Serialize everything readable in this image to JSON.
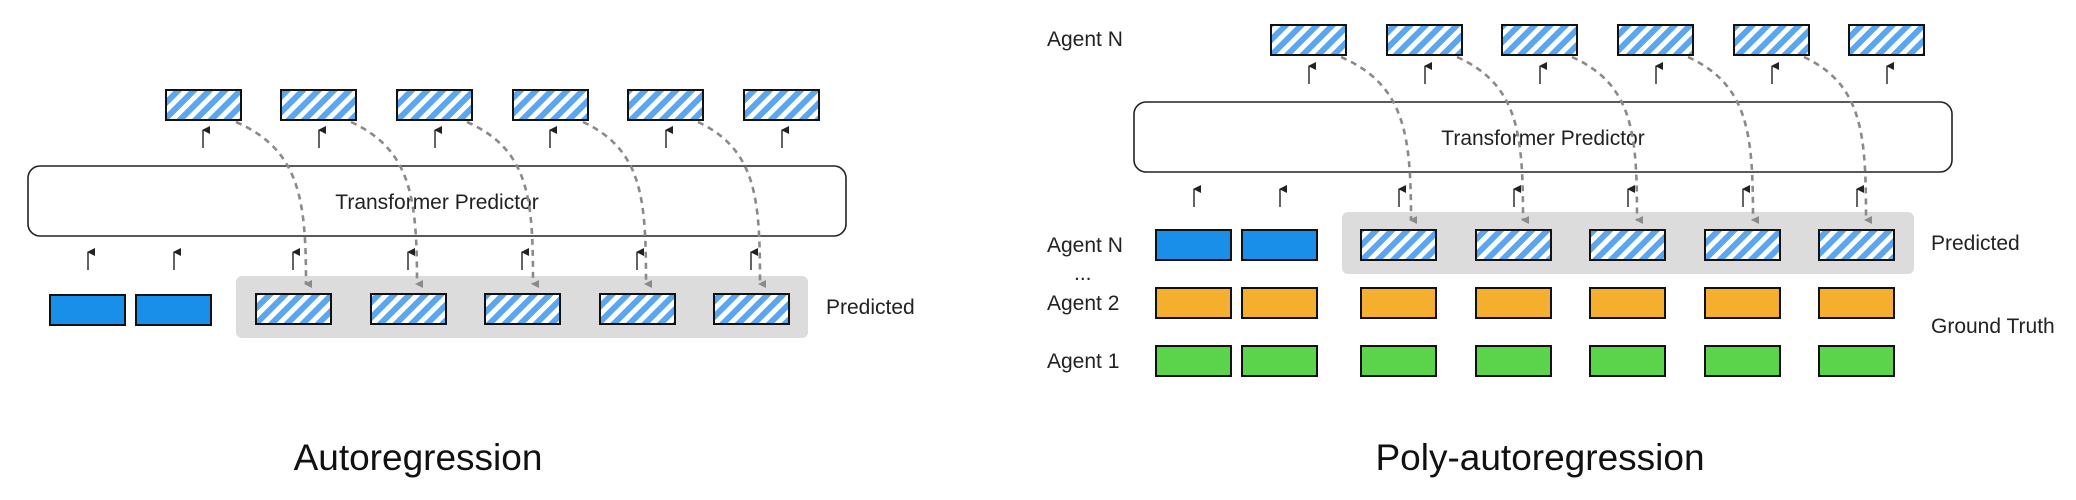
{
  "left_panel": {
    "predictor_label": "Transformer Predictor",
    "predicted_label": "Predicted",
    "caption": "Autoregression"
  },
  "right_panel": {
    "agent_top_label": "Agent N",
    "predictor_label": "Transformer Predictor",
    "agent_rows": [
      "Agent N",
      "...",
      "Agent 2",
      "Agent 1"
    ],
    "predicted_label": "Predicted",
    "ground_truth_label": "Ground Truth",
    "caption": "Poly-autoregression"
  },
  "colors": {
    "context_blue": "#1a8fea",
    "predicted_stripe": "#5aa7f0",
    "agent2_orange": "#f5ae2e",
    "agent1_green": "#5bd34a",
    "highlight_gray": "#dcdcdc",
    "dashed_arrow": "#8a8a8a"
  }
}
